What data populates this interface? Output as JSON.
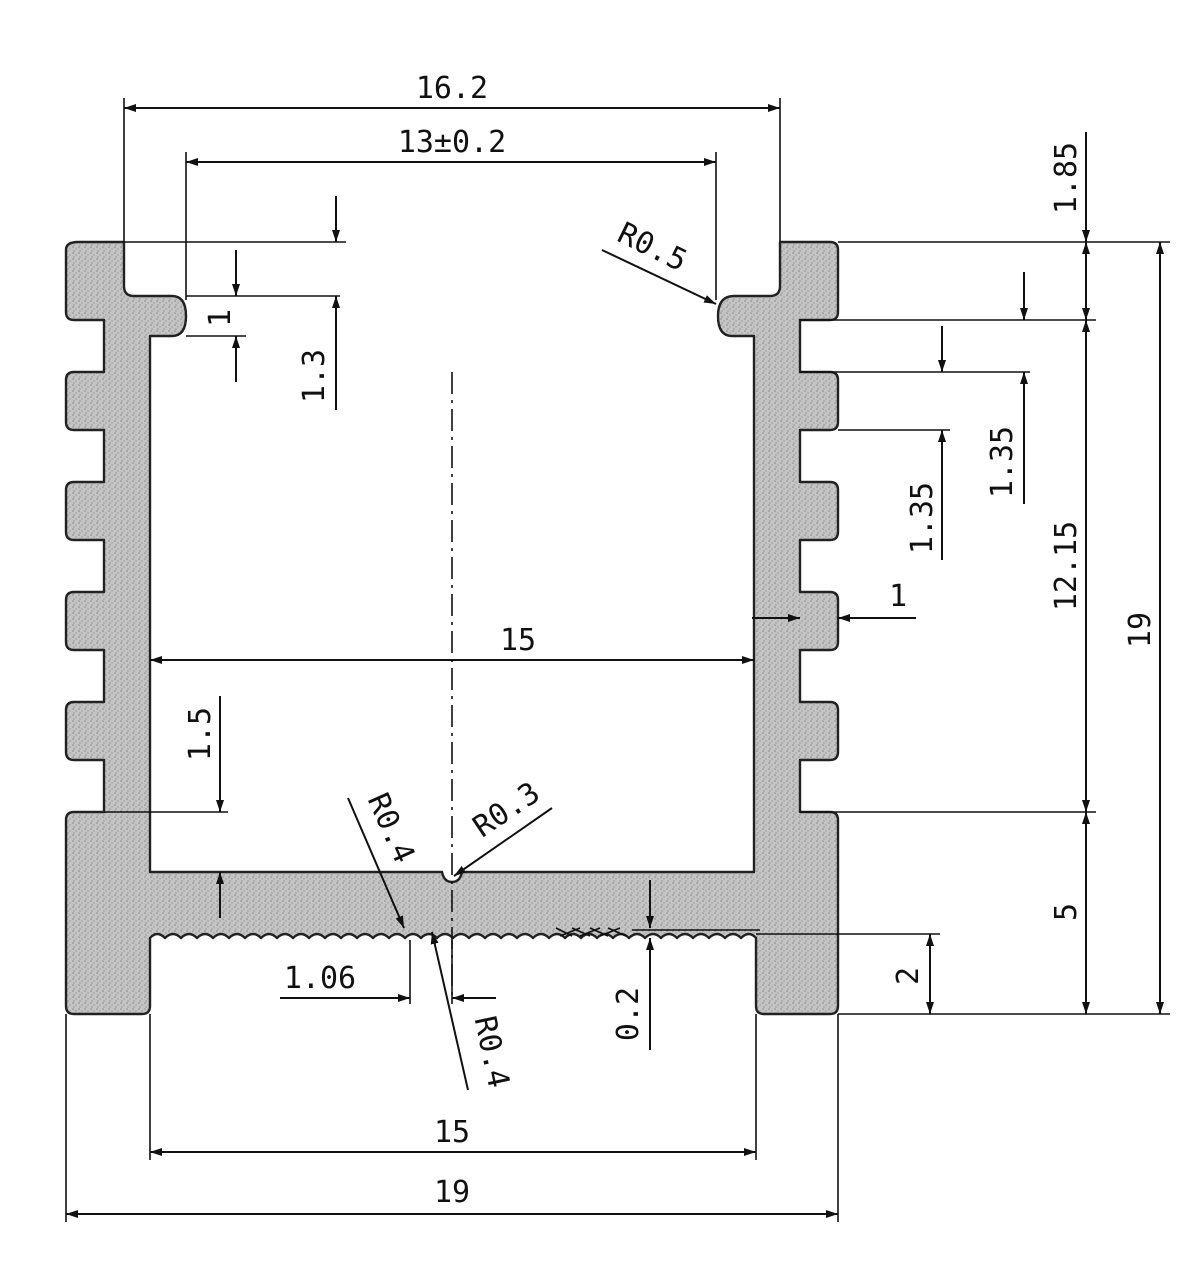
{
  "drawing": {
    "labels": {
      "outer_top_width": "16.2",
      "inner_top_opening": "13±0.2",
      "top_wall_thickness": "1",
      "lip_height": "1.3",
      "radius_lip": "R0.5",
      "top_offset": "1.85",
      "fin_gap": "1.35",
      "fin_pitch": "1.35",
      "inner_height": "12.15",
      "total_height": "19",
      "side_wall": "1",
      "inner_width": "15",
      "base_wall": "1.5",
      "radius_notch": "R0.3",
      "radius_groove_left": "R0.4",
      "radius_groove_right": "R0.4",
      "groove_pitch": "1.06",
      "groove_depth": "0.2",
      "leg_height": "2",
      "base_height": "5",
      "bottom_inner_width": "15",
      "total_width": "19"
    },
    "colors": {
      "line": "#111111",
      "fill": "#bdbdbd",
      "background": "#ffffff"
    }
  }
}
